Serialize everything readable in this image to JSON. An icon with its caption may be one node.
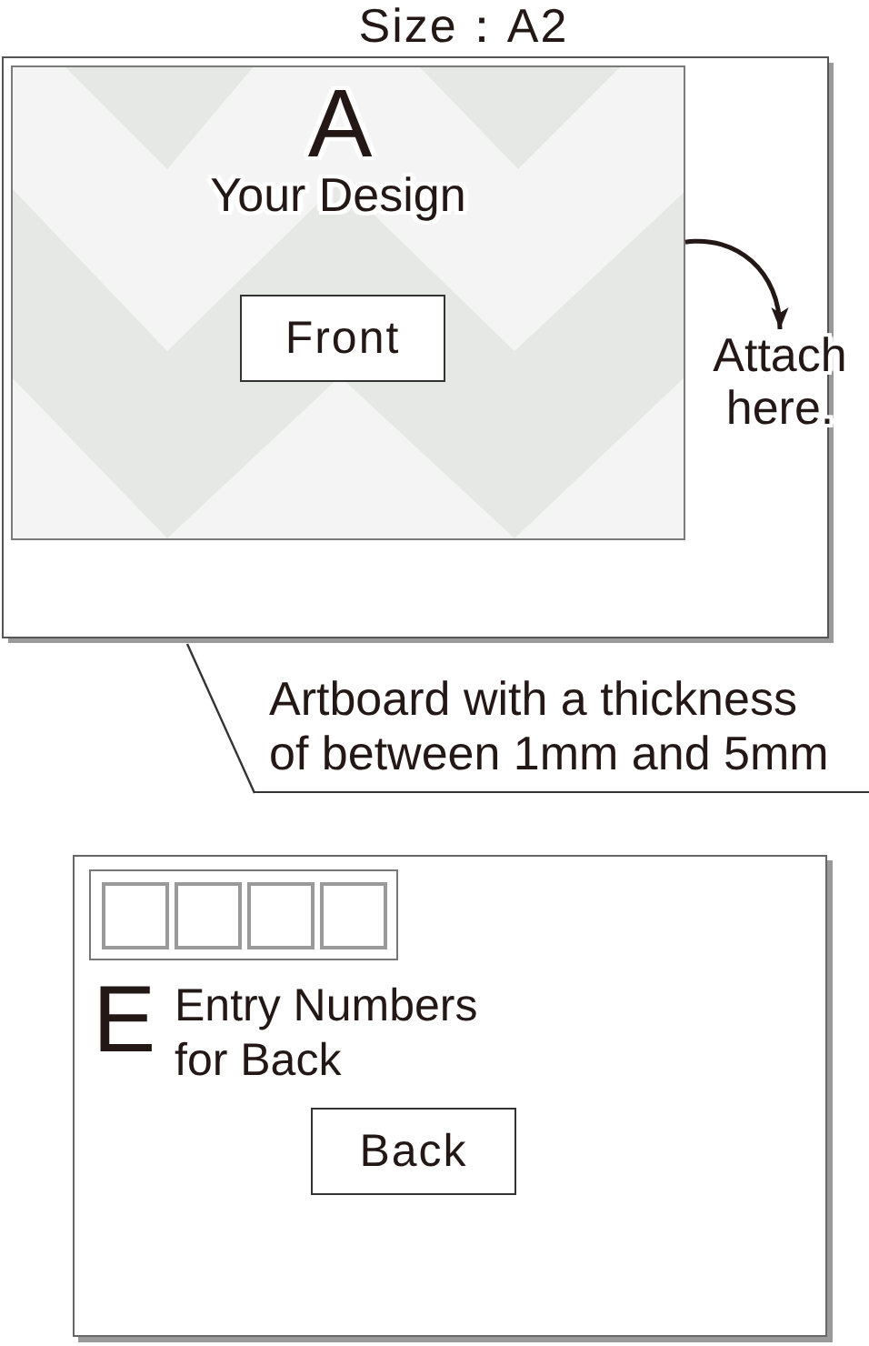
{
  "diagram": {
    "title": "Size：A2",
    "nodes": [
      {
        "text": [],
        "shape": "box"
      },
      {
        "text": [
          "A",
          "Your Design"
        ],
        "in": 0
      },
      {
        "text": [
          "Front"
        ],
        "in": 1
      },
      {
        "text": [
          "Attach here."
        ]
      },
      {
        "text": [
          "Artboard with a thickness of between 1mm and 5mm"
        ]
      },
      {
        "text": [
          "E",
          "Entry Numbers for Back"
        ]
      },
      {
        "text": [],
        "shape": "box",
        "in": 5
      },
      {
        "text": [],
        "shape": "box",
        "in": 6
      },
      {
        "text": [],
        "shape": "box",
        "in": 6
      },
      {
        "text": [],
        "shape": "box",
        "in": 6
      },
      {
        "text": [],
        "shape": "box",
        "in": 6
      },
      {
        "text": [
          "Back"
        ],
        "in": 5
      }
    ],
    "edges": [
      {
        "from": 1,
        "to": 3,
        "arrow": "to"
      },
      {
        "from": 4,
        "to": 0,
        "arrow": "none"
      }
    ]
  }
}
